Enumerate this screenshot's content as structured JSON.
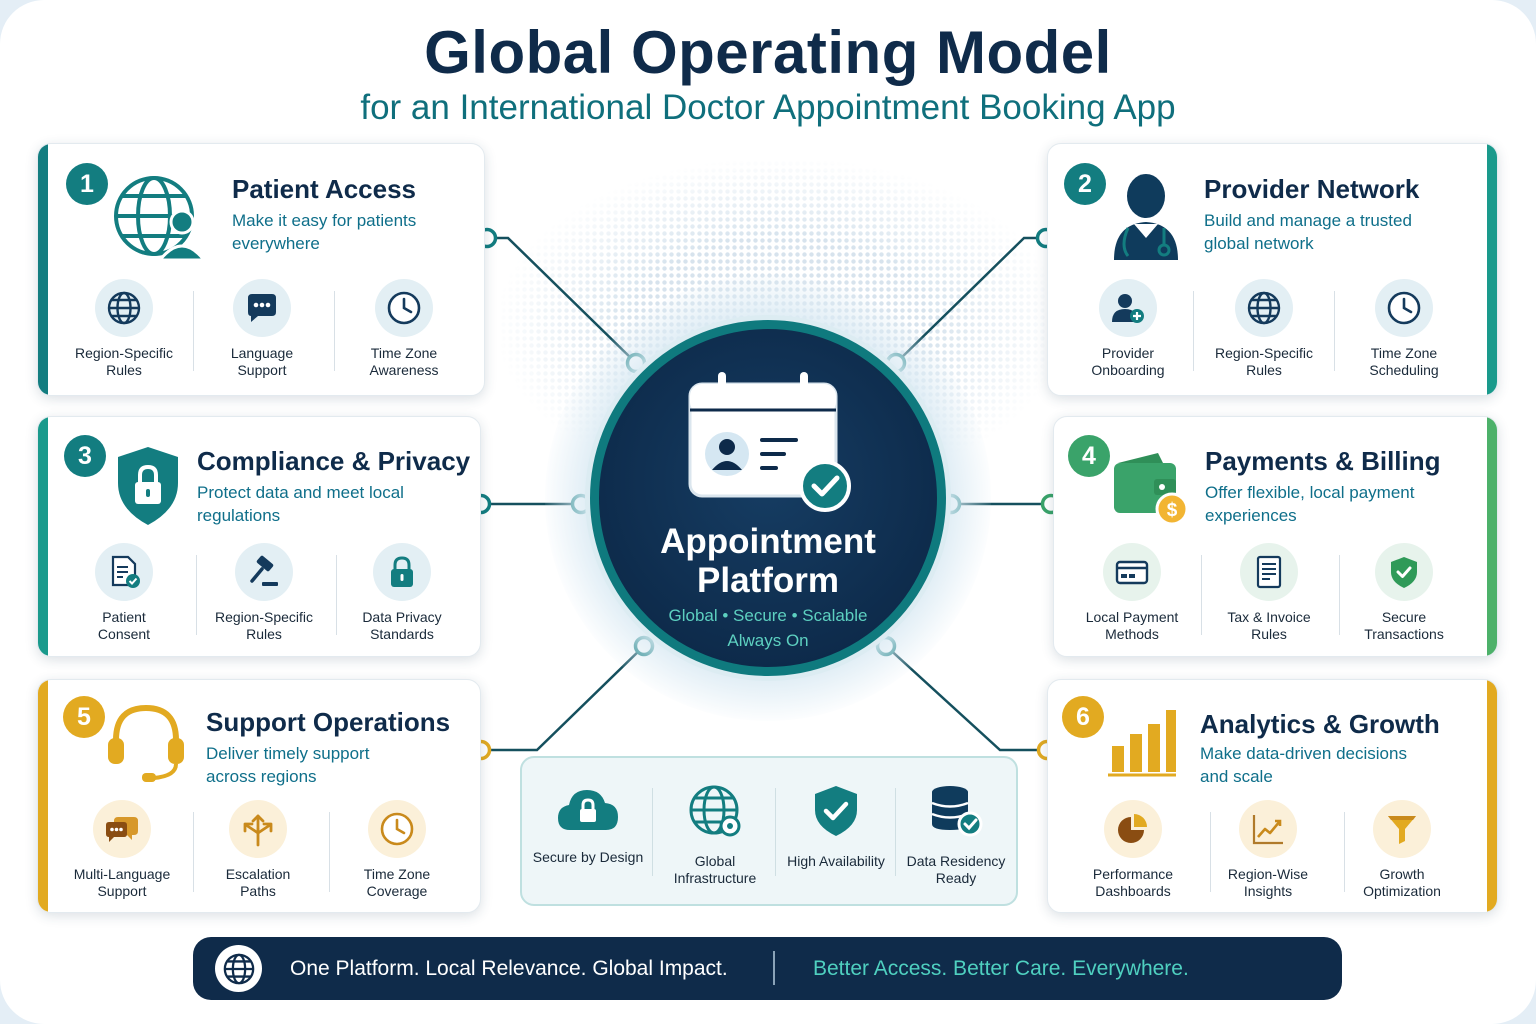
{
  "header": {
    "title": "Global Operating Model",
    "subtitle": "for an International Doctor Appointment Booking App"
  },
  "colors": {
    "navy": "#0f2b4a",
    "teal": "#137d80",
    "green": "#3aa36a",
    "gold": "#e2aa21",
    "title_text": "#0f2b4a"
  },
  "center": {
    "title_line1": "Appointment",
    "title_line2": "Platform",
    "tagline1": "Global • Secure • Scalable",
    "tagline2": "Always On",
    "icon": "calendar-check-icon"
  },
  "cards": [
    {
      "number": "1",
      "title": "Patient Access",
      "desc_line1": "Make it easy for patients",
      "desc_line2": "everywhere",
      "icon": "globe-user-icon",
      "items": [
        {
          "line1": "Region-Specific",
          "line2": "Rules",
          "icon": "globe-icon"
        },
        {
          "line1": "Language",
          "line2": "Support",
          "icon": "chat-bubble-icon"
        },
        {
          "line1": "Time Zone",
          "line2": "Awareness",
          "icon": "clock-icon"
        }
      ]
    },
    {
      "number": "2",
      "title": "Provider Network",
      "desc_line1": "Build and manage a trusted",
      "desc_line2": "global network",
      "icon": "doctor-icon",
      "items": [
        {
          "line1": "Provider",
          "line2": "Onboarding",
          "icon": "user-add-icon"
        },
        {
          "line1": "Region-Specific",
          "line2": "Rules",
          "icon": "globe-icon"
        },
        {
          "line1": "Time Zone",
          "line2": "Scheduling",
          "icon": "clock-icon"
        }
      ]
    },
    {
      "number": "3",
      "title": "Compliance & Privacy",
      "desc_line1": "Protect data and meet local",
      "desc_line2": "regulations",
      "icon": "shield-lock-icon",
      "items": [
        {
          "line1": "Patient",
          "line2": "Consent",
          "icon": "document-check-icon"
        },
        {
          "line1": "Region-Specific",
          "line2": "Rules",
          "icon": "gavel-icon"
        },
        {
          "line1": "Data Privacy",
          "line2": "Standards",
          "icon": "lock-icon"
        }
      ]
    },
    {
      "number": "4",
      "title": "Payments & Billing",
      "desc_line1": "Offer flexible, local payment",
      "desc_line2": "experiences",
      "icon": "wallet-icon",
      "items": [
        {
          "line1": "Local Payment",
          "line2": "Methods",
          "icon": "credit-card-icon"
        },
        {
          "line1": "Tax & Invoice",
          "line2": "Rules",
          "icon": "invoice-icon"
        },
        {
          "line1": "Secure",
          "line2": "Transactions",
          "icon": "shield-check-icon"
        }
      ]
    },
    {
      "number": "5",
      "title": "Support Operations",
      "desc_line1": "Deliver timely support",
      "desc_line2": "across regions",
      "icon": "headset-icon",
      "items": [
        {
          "line1": "Multi-Language",
          "line2": "Support",
          "icon": "chat-bubble-icon"
        },
        {
          "line1": "Escalation",
          "line2": "Paths",
          "icon": "arrows-split-icon"
        },
        {
          "line1": "Time Zone",
          "line2": "Coverage",
          "icon": "clock-icon"
        }
      ]
    },
    {
      "number": "6",
      "title": "Analytics & Growth",
      "desc_line1": "Make data-driven decisions",
      "desc_line2": "and scale",
      "icon": "bar-chart-icon",
      "items": [
        {
          "line1": "Performance",
          "line2": "Dashboards",
          "icon": "pie-chart-icon"
        },
        {
          "line1": "Region-Wise",
          "line2": "Insights",
          "icon": "line-chart-icon"
        },
        {
          "line1": "Growth",
          "line2": "Optimization",
          "icon": "funnel-icon"
        }
      ]
    }
  ],
  "pillars": [
    {
      "line1": "Secure by Design",
      "line2": "",
      "icon": "cloud-lock-icon"
    },
    {
      "line1": "Global",
      "line2": "Infrastructure",
      "icon": "globe-settings-icon"
    },
    {
      "line1": "High Availability",
      "line2": "",
      "icon": "shield-check-icon"
    },
    {
      "line1": "Data Residency",
      "line2": "Ready",
      "icon": "database-check-icon"
    }
  ],
  "footer": {
    "text1": "One Platform. Local Relevance. Global Impact.",
    "text2": "Better Access. Better Care. Everywhere.",
    "icon": "globe-icon"
  }
}
